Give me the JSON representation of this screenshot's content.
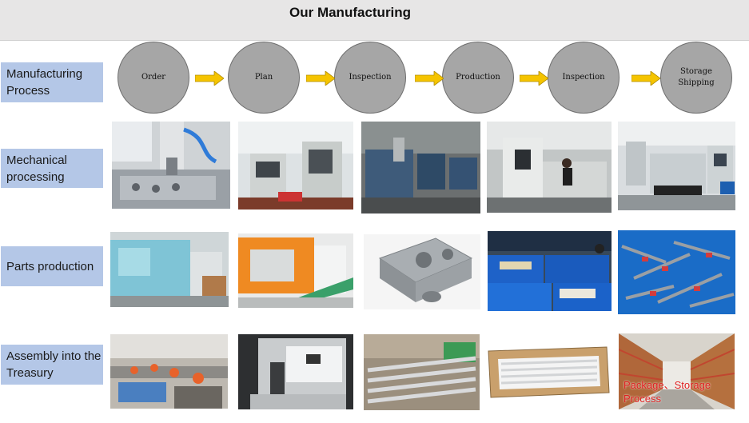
{
  "header": {
    "title": "Our Manufacturing"
  },
  "rows": {
    "process": "Manufacturing Process",
    "mechanical": "Mechanical processing",
    "parts": "Parts production",
    "assembly": "Assembly into the Treasury"
  },
  "steps": [
    {
      "label": "Order"
    },
    {
      "label": "Plan"
    },
    {
      "label": "Inspection"
    },
    {
      "label": "Production"
    },
    {
      "label": "Inspection"
    },
    {
      "label": "Storage\nShipping"
    }
  ],
  "photos": {
    "package_caption": "Package、Storage Process"
  },
  "colors": {
    "header_bg": "#e7e6e6",
    "label_bg": "#b4c7e7",
    "circle_fill": "#a6a6a6",
    "arrow_fill": "#f5c400",
    "caption_red": "#e02020"
  }
}
